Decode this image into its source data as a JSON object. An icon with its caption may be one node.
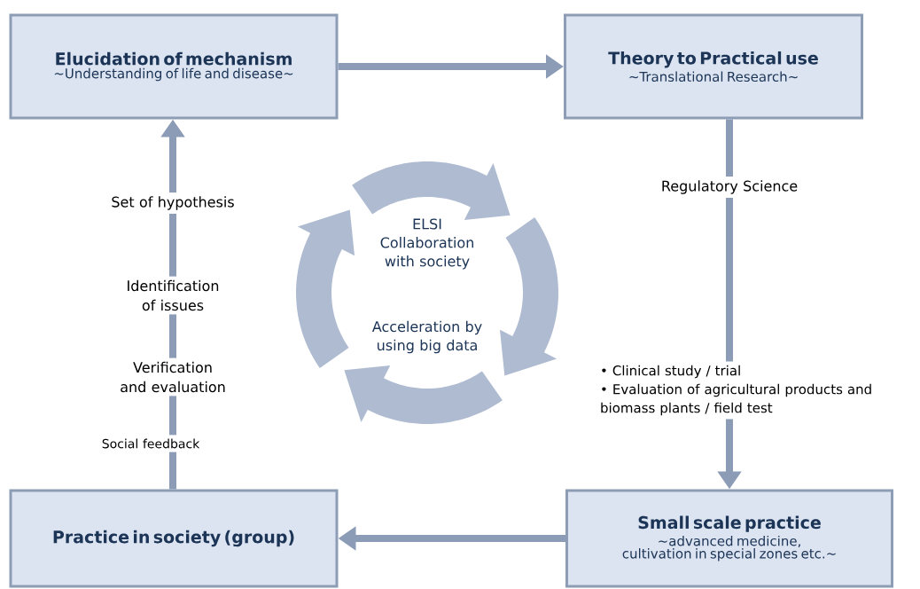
{
  "diagram": {
    "nodes": [
      {
        "text": [
          "Elucidation of mechanism",
          "∼Understanding of life and disease∼"
        ]
      },
      {
        "text": [
          "Theory to Practical use",
          "∼Translational Research∼"
        ]
      },
      {
        "text": [
          "Practice in society (group)"
        ]
      },
      {
        "text": [
          "Small scale practice",
          "∼advanced medicine, cultivation in special zones etc.∼"
        ]
      },
      {
        "text": [
          "Set of hypothesis"
        ]
      },
      {
        "text": [
          "Identification of issues"
        ]
      },
      {
        "text": [
          "Verification and evaluation"
        ]
      },
      {
        "text": [
          "Social feedback"
        ]
      },
      {
        "text": [
          "Regulatory Science"
        ]
      },
      {
        "text": [
          "• Clinical study / trial",
          "• Evaluation of agricultural products and biomass plants / field test"
        ]
      }
    ],
    "edges": [
      {
        "from": 0,
        "to": 1,
        "arrow": "to"
      },
      {
        "from": 1,
        "to": 8,
        "arrow": "none"
      },
      {
        "from": 8,
        "to": 9,
        "arrow": "none"
      },
      {
        "from": 9,
        "to": 3,
        "arrow": "to"
      },
      {
        "from": 3,
        "to": 2,
        "arrow": "to"
      },
      {
        "from": 2,
        "to": 7,
        "arrow": "none"
      },
      {
        "from": 7,
        "to": 6,
        "arrow": "none"
      },
      {
        "from": 6,
        "to": 5,
        "arrow": "none"
      },
      {
        "from": 5,
        "to": 4,
        "arrow": "none"
      },
      {
        "from": 4,
        "to": 0,
        "arrow": "to"
      }
    ],
    "labels": [
      "ELSI Collaboration with society",
      "Acceleration by using big data"
    ]
  }
}
